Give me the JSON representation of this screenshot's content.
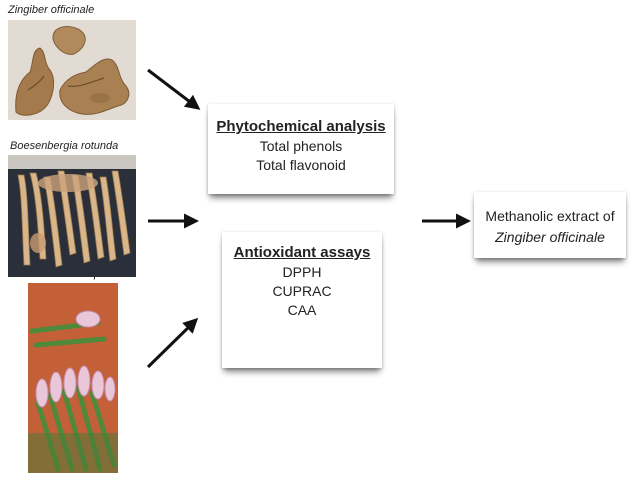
{
  "plants": [
    {
      "name": "Zingiber officinale",
      "photo": "ginger-rhizome-photo"
    },
    {
      "name": "Boesenbergia rotunda",
      "photo": "fingerroot-rhizomes-photo"
    },
    {
      "name": "Phaeomeria imperialis",
      "photo": "torch-ginger-buds-photo"
    }
  ],
  "phytochemical": {
    "title": "Phytochemical analysis",
    "items": [
      "Total phenols",
      "Total flavonoid"
    ]
  },
  "antioxidant": {
    "title": "Antioxidant assays",
    "items": [
      "DPPH",
      "CUPRAC",
      "CAA"
    ]
  },
  "result": {
    "line1": "Methanolic extract of",
    "line2": "Zingiber officinale"
  },
  "colors": {
    "arrow": "#111111",
    "box_bg": "#ffffff",
    "text": "#222222"
  }
}
